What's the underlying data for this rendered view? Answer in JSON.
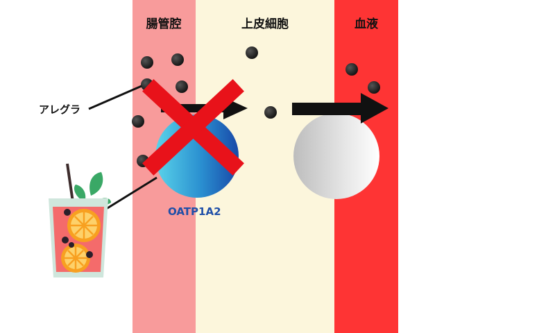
{
  "zones": {
    "lumen": "腸管腔",
    "epithelium": "上皮細胞",
    "blood": "血液"
  },
  "labels": {
    "drug": "アレグラ",
    "transporter": "OATP1A2"
  },
  "colors": {
    "lumen": "#f89b9b",
    "epithelium": "#fcf6dc",
    "blood": "#fe3434",
    "molecule": "#222222",
    "arrow": "#111111",
    "block_mark": "#e8121a",
    "transporter_blue": "#1f4fa8",
    "transporter_cyan": "#55d0e8"
  },
  "icons": {
    "juice": "grapefruit-juice-glass-icon",
    "block": "cross-mark-icon"
  }
}
